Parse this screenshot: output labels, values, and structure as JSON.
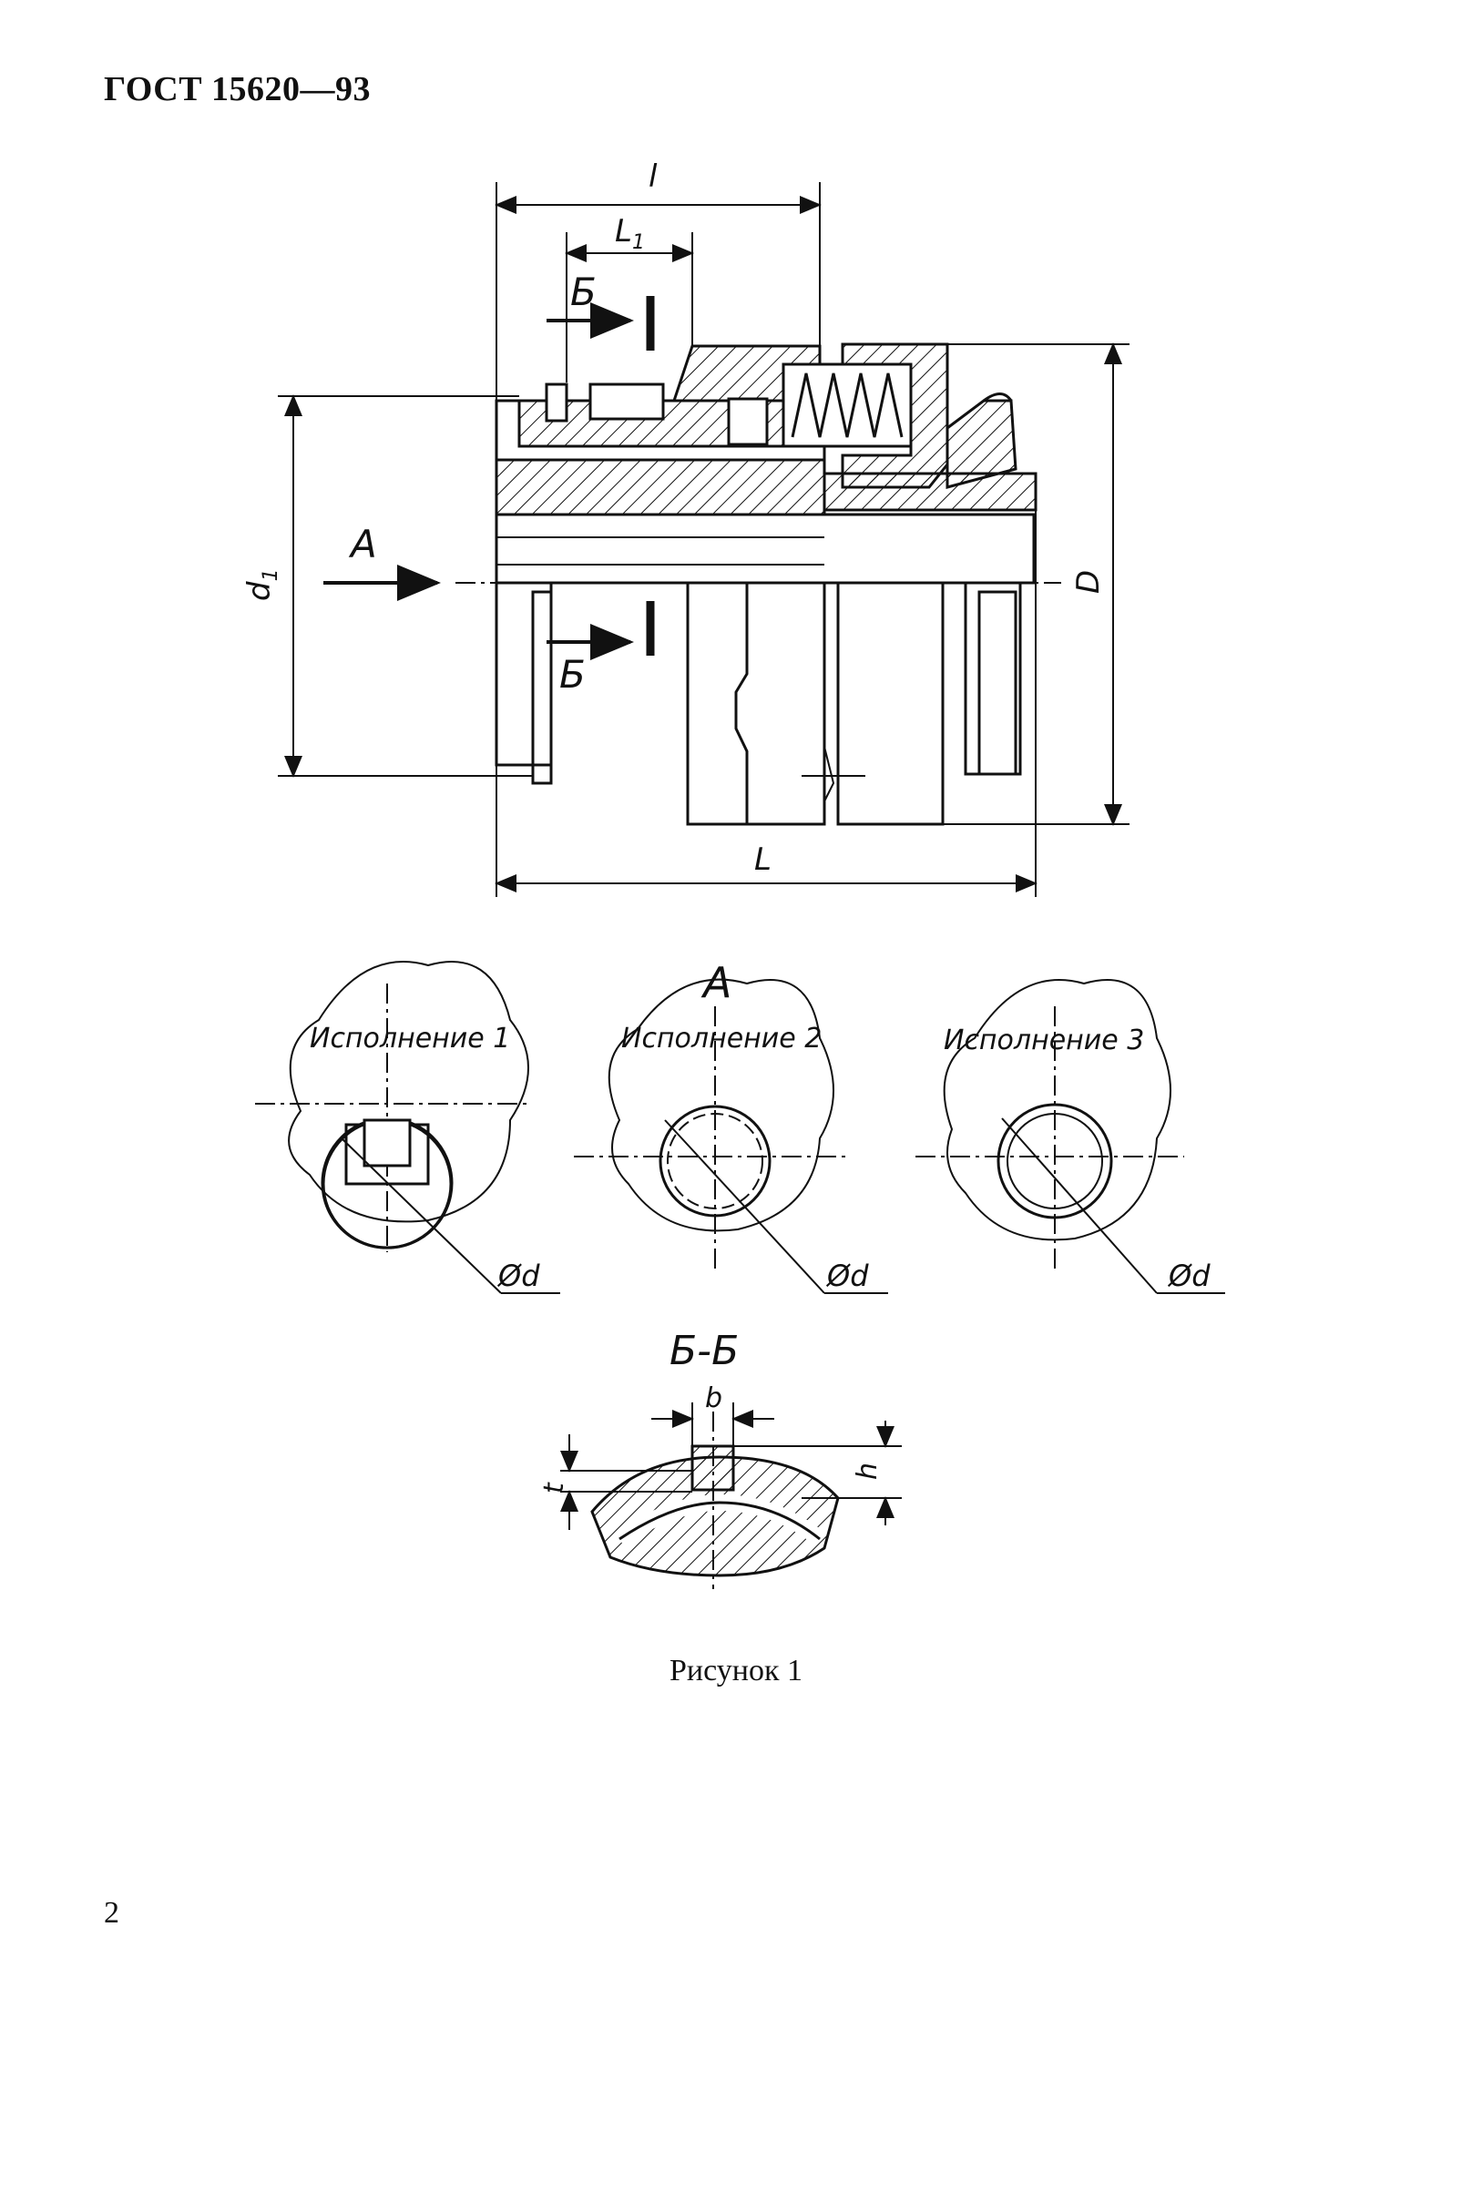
{
  "header": {
    "standard": "ГОСТ 15620—93"
  },
  "figure": {
    "caption": "Рисунок 1",
    "dimension_labels": {
      "l": "l",
      "L1": "L",
      "L1_sub": "1",
      "L": "L",
      "d1": "d",
      "d1_sub": "1",
      "D": "D",
      "view_arrow": "А",
      "section_mark_top": "Б",
      "section_mark_bottom": "Б"
    },
    "view_title": "А",
    "variants": [
      {
        "label": "Исполнение 1",
        "dim": "Ød"
      },
      {
        "label": "Исполнение 2",
        "dim": "Ød"
      },
      {
        "label": "Исполнение 3",
        "dim": "Ød"
      }
    ],
    "section": {
      "title": "Б-Б",
      "b": "b",
      "t": "t",
      "h": "h"
    }
  },
  "footer": {
    "page_number": "2"
  }
}
